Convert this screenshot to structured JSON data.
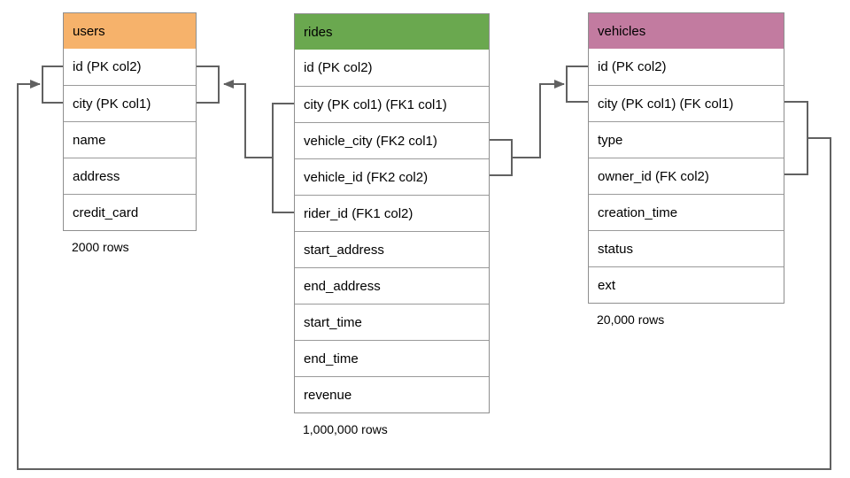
{
  "diagram": {
    "colors": {
      "users_header": "#F6B26B",
      "rides_header": "#6AA84F",
      "vehicles_header": "#C27BA0",
      "connector": "#616161"
    },
    "tables": {
      "users": {
        "title": "users",
        "columns": [
          "id (PK col2)",
          "city (PK col1)",
          "name",
          "address",
          "credit_card"
        ],
        "row_count": "2000 rows"
      },
      "rides": {
        "title": "rides",
        "columns": [
          "id (PK col2)",
          "city (PK col1) (FK1 col1)",
          "vehicle_city (FK2 col1)",
          "vehicle_id (FK2 col2)",
          "rider_id (FK1 col2)",
          "start_address",
          "end_address",
          "start_time",
          "end_time",
          "revenue"
        ],
        "row_count": "1,000,000 rows"
      },
      "vehicles": {
        "title": "vehicles",
        "columns": [
          "id (PK col2)",
          "city (PK col1) (FK col1)",
          "type",
          "owner_id (FK col2)",
          "creation_time",
          "status",
          "ext"
        ],
        "row_count": "20,000 rows"
      }
    },
    "relations": [
      {
        "label": "rides (city, rider_id) -> users (id, city)"
      },
      {
        "label": "rides (vehicle_city, vehicle_id) -> vehicles (id, city)"
      },
      {
        "label": "vehicles (city, owner_id) -> users (id, city)"
      }
    ]
  }
}
